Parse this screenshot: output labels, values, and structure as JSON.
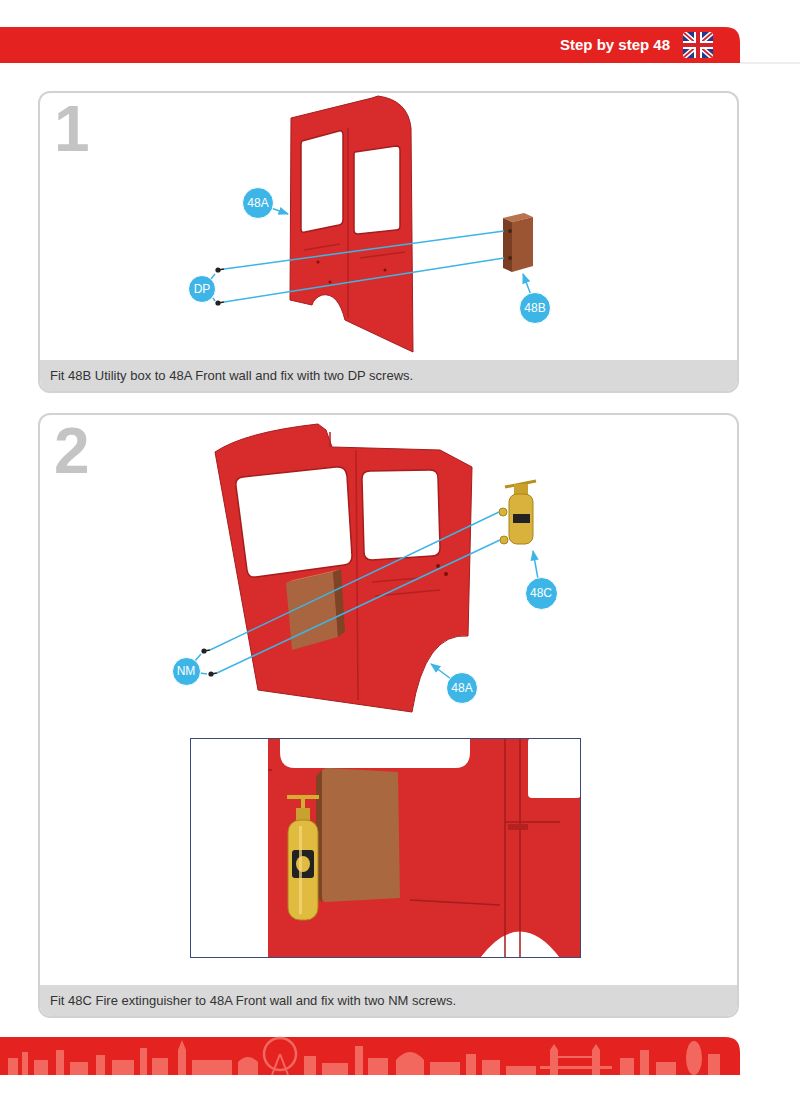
{
  "diagram": {
    "title": "Step by step 48",
    "nodes": [
      {
        "text": [
          "1"
        ]
      },
      {
        "text": [
          "48A"
        ],
        "in": 0
      },
      {
        "text": [
          "DP"
        ],
        "in": 0
      },
      {
        "text": [
          "48B"
        ],
        "in": 0
      },
      {
        "text": [
          "Fit 48B Utility box to 48A Front wall and fix with two DP screws."
        ],
        "in": 0
      },
      {
        "text": [
          "2"
        ]
      },
      {
        "text": [
          "NM"
        ],
        "in": 5
      },
      {
        "text": [
          "48A"
        ],
        "in": 5
      },
      {
        "text": [
          "48C"
        ],
        "in": 5
      },
      {
        "text": [
          "Fit 48C Fire extinguisher to 48A Front wall and fix with two NM screws."
        ],
        "in": 5
      }
    ]
  }
}
